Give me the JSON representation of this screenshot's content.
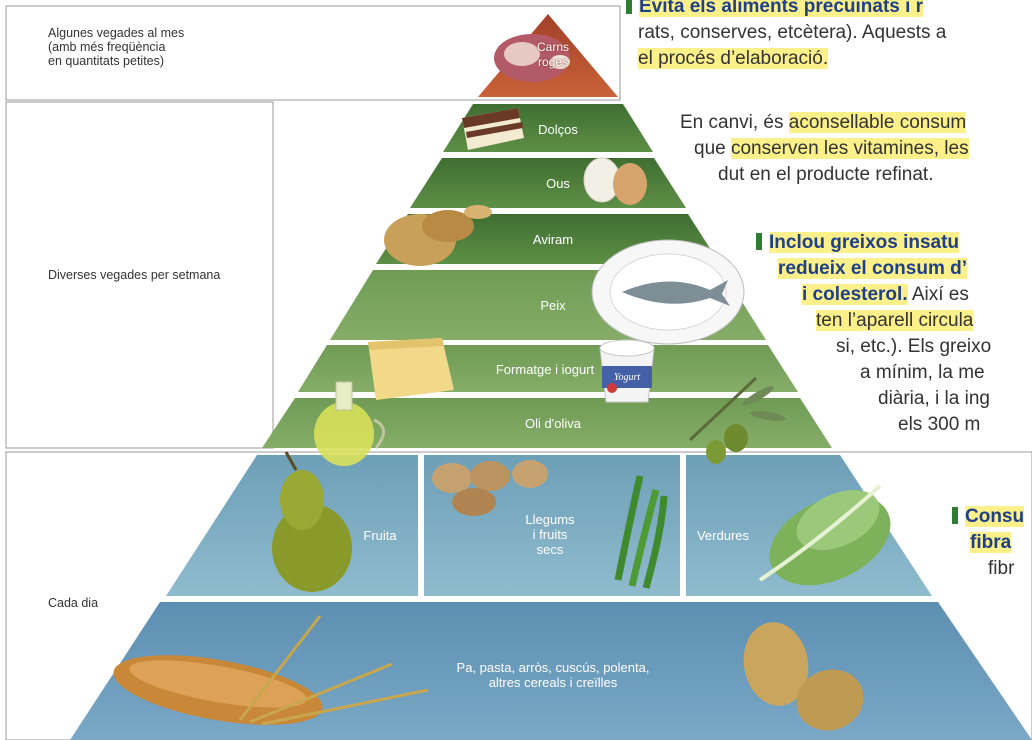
{
  "frequency": {
    "monthly": [
      "Algunes vegades al mes",
      "(amb més freqüència",
      "en quantitats petites)"
    ],
    "weekly": "Diverses vegades per setmana",
    "daily": "Cada dia"
  },
  "levels": {
    "meat": [
      "Carns",
      "roges"
    ],
    "sweets": "Dolços",
    "eggs": "Ous",
    "poultry": "Aviram",
    "fish": "Peix",
    "cheese_yogurt": "Formatge i iogurt",
    "olive_oil": "Oli d'oliva",
    "fruit": "Fruita",
    "legumes": [
      "Llegums",
      "i fruits",
      "secs"
    ],
    "vegetables": "Verdures",
    "cereals": [
      "Pa, pasta, arròs, cuscús, polenta,",
      "altres cereals i creïlles"
    ],
    "yogurt_cup": "Yogurt"
  },
  "text": {
    "p1_line1": "Evita els aliments precuinats i r",
    "p1_line2_a": "rats, conserves, etcètera). Aquests a",
    "p1_line3": "el procés d’elaboració.",
    "p2_line1_a": "En canvi, és ",
    "p2_line1_b": "aconsellable consum",
    "p2_line2_a": "que ",
    "p2_line2_b": "conserven les vitamines, les",
    "p2_line3": "dut en el producte refinat.",
    "p3_line1": "Inclou greixos insatu",
    "p3_line2": "redueix el consum d’",
    "p3_line3_a": "i colesterol.",
    "p3_line3_b": " Així es",
    "p3_line4": "ten l’aparell circula",
    "p3_line5": "si, etc.). Els greixo",
    "p3_line6": "a mínim, la me",
    "p3_line7": "diària, i la ing",
    "p3_line8": "els 300 m",
    "p4_line1": "Consu",
    "p4_line2": "fibra",
    "p4_line3": "fibr"
  }
}
